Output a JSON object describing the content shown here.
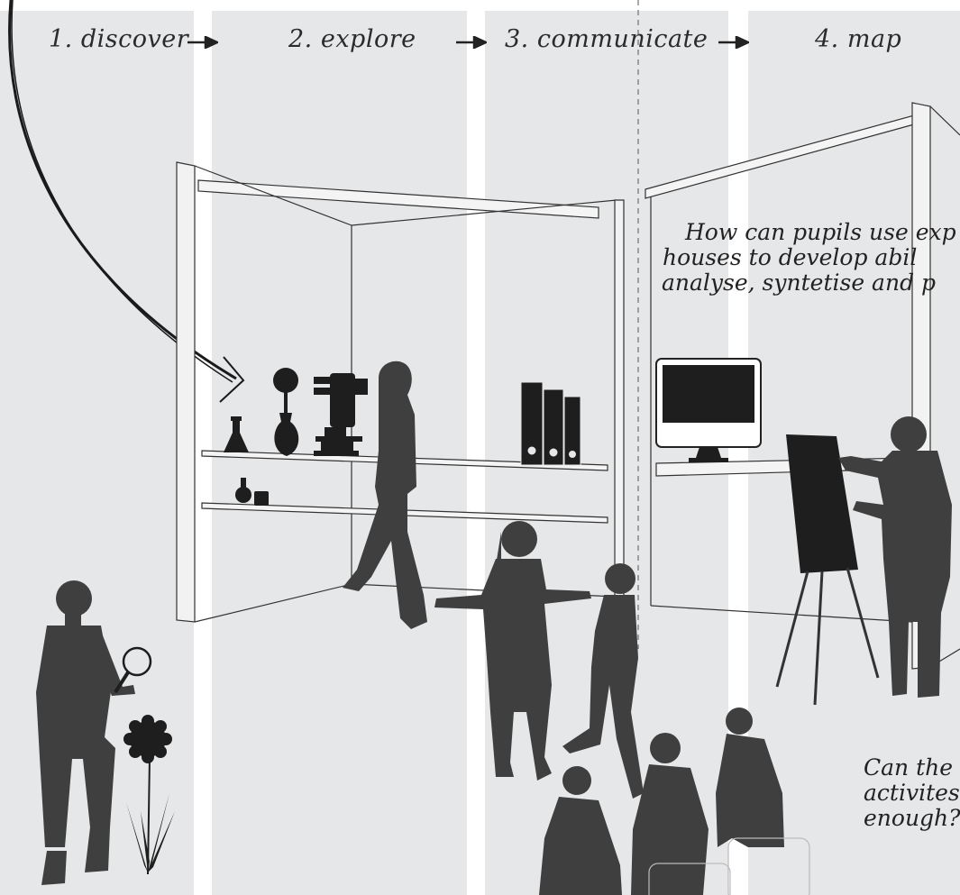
{
  "steps": [
    {
      "label": "1. discover"
    },
    {
      "label": "2. explore"
    },
    {
      "label": "3. communicate"
    },
    {
      "label": "4. map"
    }
  ],
  "notes": {
    "question_main": [
      "How can pupils use exp",
      "houses to develop abil",
      "analyse, syntetise and p"
    ],
    "question_second": [
      "Can the",
      "activites",
      "enough?"
    ]
  },
  "colors": {
    "band": "#e6e7e8",
    "silhouette": "#3f3f3f",
    "object": "#1e1e1e",
    "line": "#333333"
  }
}
